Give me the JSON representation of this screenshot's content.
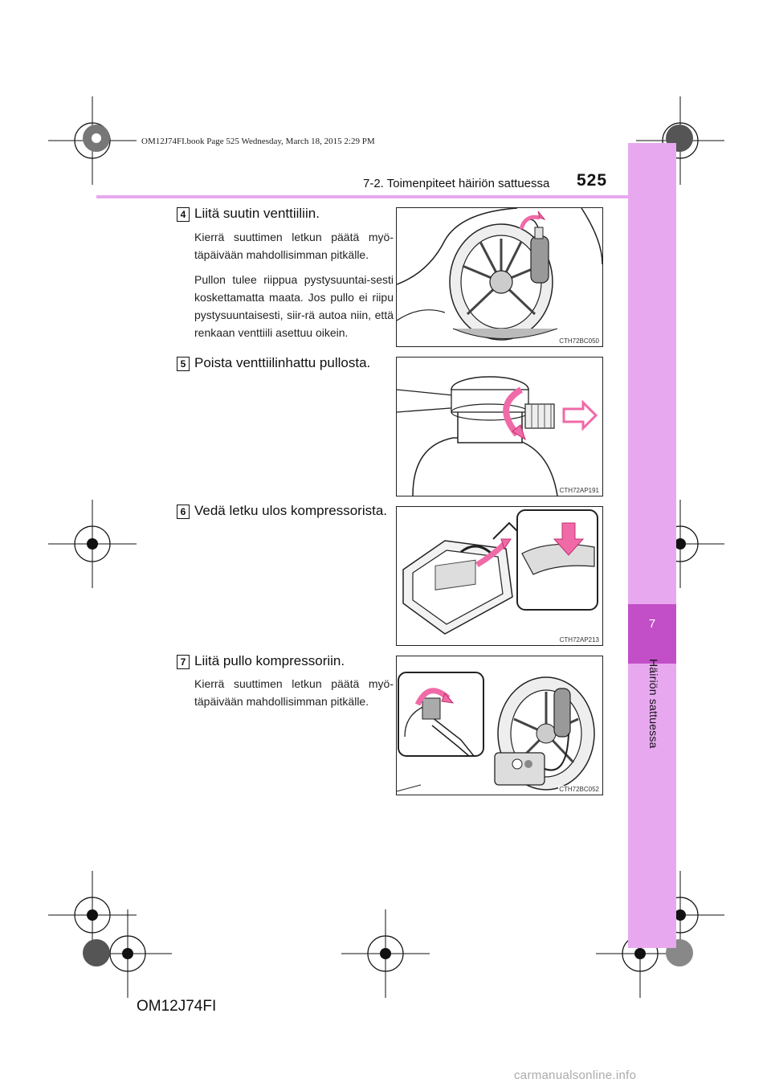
{
  "header": {
    "book_info": "OM12J74FI.book  Page 525  Wednesday, March 18, 2015  2:29 PM",
    "section_title": "7-2. Toimenpiteet häiriön sattuessa",
    "page_number": "525"
  },
  "side_tab": {
    "chapter_number": "7",
    "chapter_label": "Häiriön sattuessa",
    "color": "#e8a8f0",
    "accent_color": "#c24fc8"
  },
  "steps": [
    {
      "number": "4",
      "title": "Liitä suutin venttiiliin.",
      "paragraphs": [
        "Kierrä suuttimen letkun päätä myö-täpäivään mahdollisimman pitkälle.",
        "Pullon tulee riippua pystysuuntai-sesti koskettamatta maata. Jos pullo ei riipu pystysuuntaisesti, siir-rä autoa niin, että renkaan venttiili asettuu oikein."
      ],
      "figure_code": "CTH72BC050"
    },
    {
      "number": "5",
      "title": "Poista venttiilinhattu pullosta.",
      "paragraphs": [],
      "figure_code": "CTH72AP191"
    },
    {
      "number": "6",
      "title": "Vedä letku ulos kompressorista.",
      "paragraphs": [],
      "figure_code": "CTH72AP213"
    },
    {
      "number": "7",
      "title": "Liitä pullo kompressoriin.",
      "paragraphs": [
        "Kierrä suuttimen letkun päätä myö-täpäivään mahdollisimman pitkälle."
      ],
      "figure_code": "CTH72BC052"
    }
  ],
  "footer": {
    "manual_code": "OM12J74FI"
  },
  "watermark": "carmanualsonline.info",
  "colors": {
    "arrow_pink": "#f06aa8",
    "arrow_outline": "#c0306e"
  }
}
